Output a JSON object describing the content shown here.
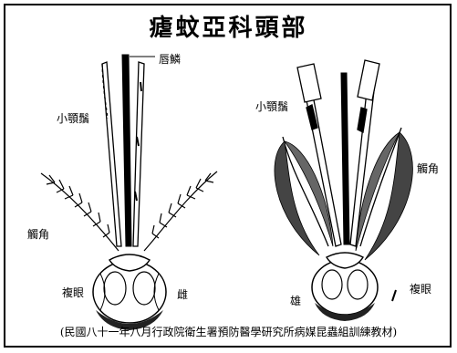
{
  "title": "瘧蚊亞科頭部",
  "labels": {
    "proboscis": "唇鱗",
    "palp_left": "小顎鬚",
    "palp_right": "小顎鬚",
    "antenna_left": "觸角",
    "antenna_right": "觸角",
    "eye_left": "複眼",
    "eye_right": "複眼",
    "female": "雌",
    "male": "雄"
  },
  "footer": "(民國八十一年八月行政院衛生署預防醫學研究所病媒昆蟲組訓練教材)",
  "colors": {
    "ink": "#000000",
    "background": "#ffffff"
  }
}
